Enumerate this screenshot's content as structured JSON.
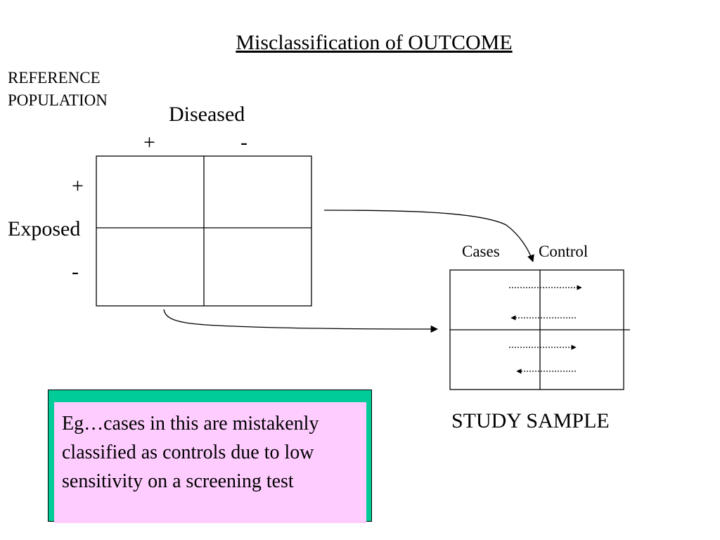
{
  "title": "Misclassification of OUTCOME",
  "reference_population": {
    "line1": "REFERENCE",
    "line2": "POPULATION"
  },
  "reference_table": {
    "column_header": "Diseased",
    "col_plus": "+",
    "col_minus": "-",
    "row_header": "Exposed",
    "row_plus": "+",
    "row_minus": "-"
  },
  "study_table": {
    "col_cases": "Cases",
    "col_control": "Control",
    "caption": "STUDY SAMPLE"
  },
  "note": {
    "text": "Eg…cases in this are mistakenly classified as controls due to low sensitivity on a screening test"
  },
  "colors": {
    "note_frame": "#00cc99",
    "note_fill": "#ffccff"
  }
}
